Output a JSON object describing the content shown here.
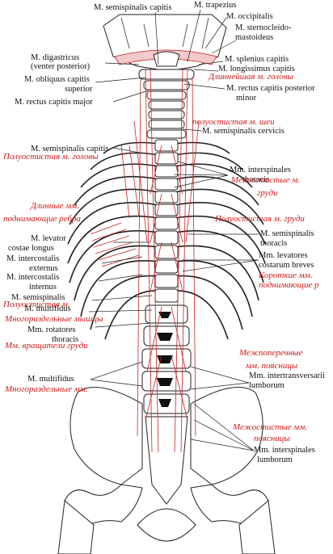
{
  "labels_latin": {
    "semispinalis_capitis_top": "M. semispinalis capitis",
    "trapezius": "M. trapezius",
    "occipitalis": "M. occipitalis",
    "sternocleido_1": "M. sternocleido-",
    "sternocleido_2": "mastoideus",
    "digastricus_1": "M. digastricus",
    "digastricus_2": "(venter posterior)",
    "obliquus_1": "M. obliquus capitis",
    "obliquus_2": "superior",
    "splenius": "M. splenius capitis",
    "longissimus_capitis": "M. longissimus capitis",
    "rectus_minor_1": "M. rectus capitis posterior",
    "rectus_minor_2": "minor",
    "rectus_major": "M. rectus capitis major",
    "semispinalis_cervicis": "M. semispinalis cervicis",
    "semispinalis_capitis_mid": "M. semispinalis capitis",
    "interspinales_thoracis_1": "Mm. interspinales",
    "interspinales_thoracis_2": "thoracis",
    "levator_costae_1": "M. levator",
    "levator_costae_2": "costae longus",
    "semispinalis_thoracis_r1": "M. semispinalis",
    "semispinalis_thoracis_r2": "thoracis",
    "intercostalis_ext_1": "M. intercostalis",
    "intercostalis_ext_2": "externus",
    "levatores_costarum_1": "Mm. levatores",
    "levatores_costarum_2": "costarum breves",
    "intercostalis_int_1": "M. intercostalis",
    "intercostalis_int_2": "internus",
    "semispinalis_l": "M. semispinalis",
    "multifidus_upper": "M. multifidus",
    "rotatores_1": "Mm. rotatores",
    "rotatores_2": "thoracis",
    "multifidus_lower": "M. multifidus",
    "intertransversarii_1": "Mm. intertransversarii",
    "intertransversarii_2": "lumborum",
    "interspinales_lumborum_1": "Mm. interspinales",
    "interspinales_lumborum_2": "lumborum"
  },
  "labels_russian": {
    "longissimus_head": "Длиннейшая м. головы",
    "semispinalis_neck": "полуостистая м. шеи",
    "semispinalis_head": "Полуостистая м. головы",
    "interspinal_chest_1": "Межостистые м.",
    "interspinal_chest_2": "груди",
    "long_rib_levators_1": "Длинные мм.",
    "long_rib_levators_2": "поднимающие ребра",
    "semispinalis_chest": "Полуостистая м. груди",
    "short_rib_levators_1": "Короткие мм.",
    "short_rib_levators_2": "поднимающие р",
    "semispinalis_short": "Полуостистая м.",
    "multifidus_ru": "Многораздельные мышцы",
    "rotators_ru": "Мм. вращатели груди",
    "intertransverse_lumbar_1": "Межпоперечные",
    "intertransverse_lumbar_2": "мм. поясницы",
    "multifidus_ru_lower": "Многораздельные мм.",
    "interspinal_lumbar_1": "Межостистые мм.",
    "interspinal_lumbar_2": "поясницы"
  },
  "colors": {
    "russian_label": "#cc1a1a",
    "muscle": "#c42424",
    "line": "#222222"
  }
}
